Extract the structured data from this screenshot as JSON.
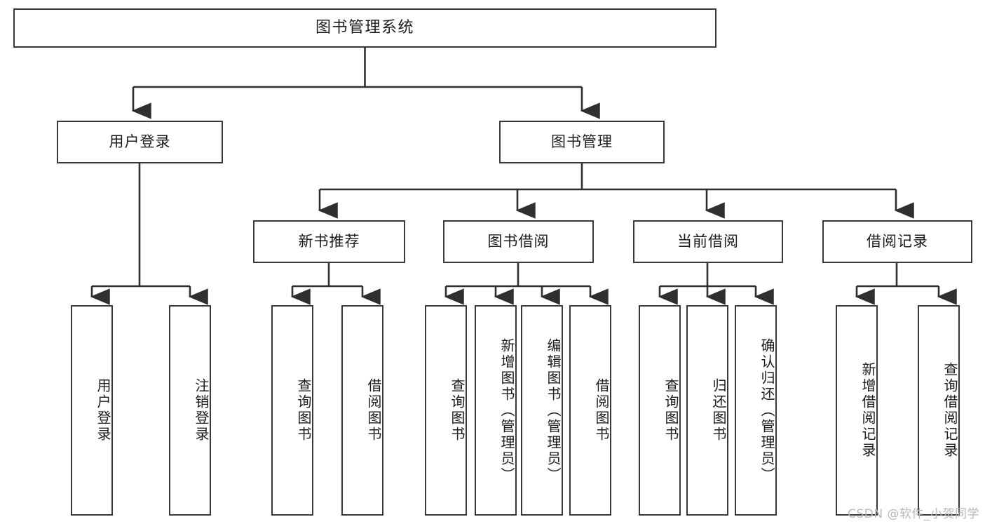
{
  "diagram": {
    "type": "tree-hierarchy",
    "title": "图书管理系统",
    "orientation": "top-down",
    "colors": {
      "background": "#ffffff",
      "node_border": "#3a3a3a",
      "node_fill": "#ffffff",
      "text": "#1c1c1c",
      "connector": "#2f2f2f",
      "watermark": "#b9b9b9"
    },
    "root": {
      "label": "图书管理系统"
    },
    "level2": [
      {
        "label": "用户登录"
      },
      {
        "label": "图书管理"
      }
    ],
    "level3": [
      {
        "label": "新书推荐"
      },
      {
        "label": "图书借阅"
      },
      {
        "label": "当前借阅"
      },
      {
        "label": "借阅记录"
      }
    ],
    "leaves": {
      "user_login": [
        {
          "label": "用户登录"
        },
        {
          "label": "注销登录"
        }
      ],
      "new_book_recommend": [
        {
          "label": "查询图书"
        },
        {
          "label": "借阅图书"
        }
      ],
      "book_borrow": [
        {
          "label": "查询图书"
        },
        {
          "label": "新增图书（管理员）"
        },
        {
          "label": "编辑图书（管理员）"
        },
        {
          "label": "借阅图书"
        }
      ],
      "current_borrow": [
        {
          "label": "查询图书"
        },
        {
          "label": "归还图书"
        },
        {
          "label": "确认归还（管理员）"
        }
      ],
      "borrow_record": [
        {
          "label": "新增借阅记录"
        },
        {
          "label": "查询借阅记录"
        }
      ]
    }
  },
  "watermark": {
    "text": "CSDN @软件_小贺同学"
  }
}
